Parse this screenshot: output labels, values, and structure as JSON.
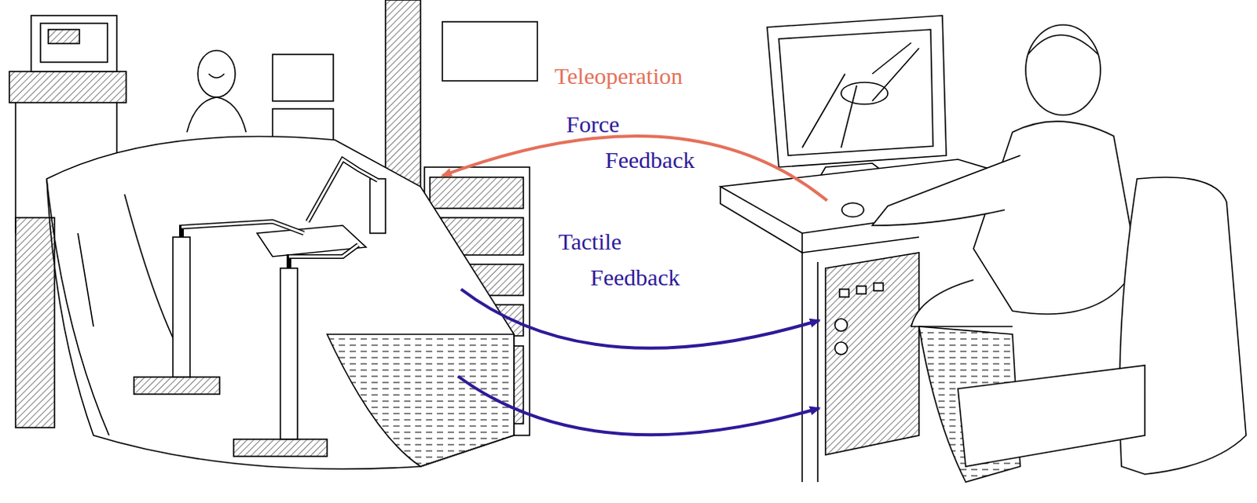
{
  "diagram": {
    "labels": [
      "Teleoperation",
      "Force Feedback",
      "Tactile Feedback"
    ]
  }
}
